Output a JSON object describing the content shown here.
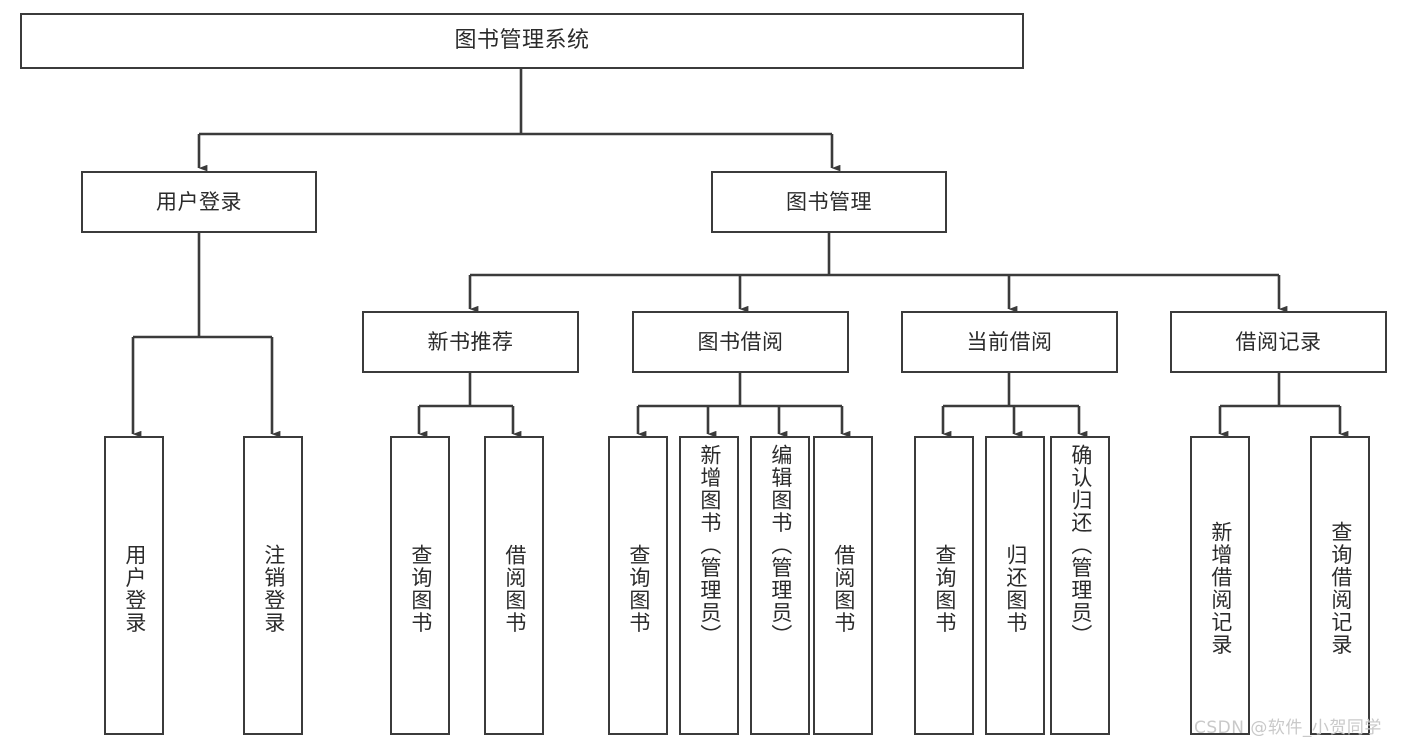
{
  "diagram": {
    "type": "tree",
    "title": "图书管理系统",
    "style": {
      "box_border": "#3b3b3b",
      "box_fill": "#ffffff",
      "line": "#3b3b3b",
      "text": "#2b2b2b",
      "background": "#ffffff",
      "watermark_color": "#c9c9c9"
    },
    "nodes": {
      "root": {
        "label": "图书管理系统"
      },
      "level2": [
        {
          "label": "用户登录"
        },
        {
          "label": "图书管理"
        }
      ],
      "level3": [
        {
          "label": "新书推荐"
        },
        {
          "label": "图书借阅"
        },
        {
          "label": "当前借阅"
        },
        {
          "label": "借阅记录"
        }
      ],
      "leaves": {
        "user_login": [
          {
            "label": "用户登录"
          },
          {
            "label": "注销登录"
          }
        ],
        "new_book": [
          {
            "label": "查询图书"
          },
          {
            "label": "借阅图书"
          }
        ],
        "book_borrow": [
          {
            "label": "查询图书"
          },
          {
            "label": "新增图书（管理员）"
          },
          {
            "label": "编辑图书（管理员）"
          },
          {
            "label": "借阅图书"
          }
        ],
        "current_borrow": [
          {
            "label": "查询图书"
          },
          {
            "label": "归还图书"
          },
          {
            "label": "确认归还（管理员）"
          }
        ],
        "borrow_record": [
          {
            "label": "新增借阅记录"
          },
          {
            "label": "查询借阅记录"
          }
        ]
      }
    },
    "watermark": "CSDN @软件_小贺同学"
  }
}
